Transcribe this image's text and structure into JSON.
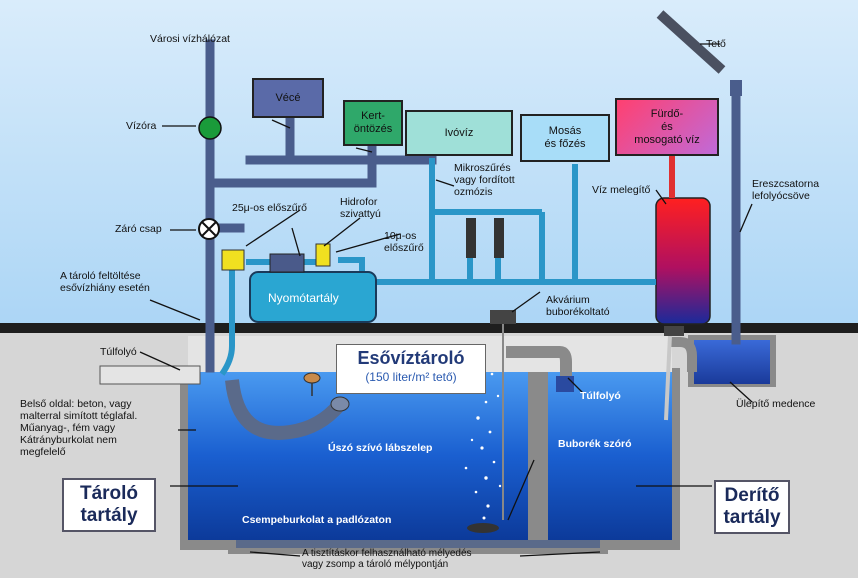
{
  "labels": {
    "city_water": "Városi vízhálózat",
    "water_meter": "Vízóra",
    "shutoff_valve": "Záró csap",
    "refill": "A tároló feltöltése\nesővízhiány esetén",
    "overflow_left": "Túlfolyó",
    "inner_side": "Belső oldal: beton, vagy\nmalterral simított téglafal.\nMűanyag-, fém vagy\nKátrányburkolat nem\nmegfelelő",
    "prefilter_25": "25μ-os előszűrő",
    "hydrofor_pump": "Hidrofor\nszivattyú",
    "prefilter_10": "10μ-os\nelőszűrő",
    "microfilter": "Mikroszűrés\nvagy fordított\nozmózis",
    "aquarium": "Akvárium\nbuborékoltató",
    "heater": "Víz melegítő",
    "downpipe": "Ereszcsatorna\nlefolyócsöve",
    "roof": "Tető",
    "settling_pool": "Ülepítő medence",
    "bottom_note": "A tisztításkor felhasználható mélyedés\nvagy zsomp a tároló mélypontján"
  },
  "boxes": {
    "wc": "Vécé",
    "garden": "Kert-\nöntözés",
    "drinking": "Ivóvíz",
    "washing": "Mosás\nés főzés",
    "bath": "Fürdő-\nés\nmosogató víz",
    "pressure_tank": "Nyomótartály"
  },
  "tank": {
    "title": "Esővíztároló",
    "subtitle": "(150 liter/m² tető)",
    "floating_intake": "Úszó szívó lábszelep",
    "tiling": "Csempeburkolat a padlózaton",
    "overflow_right": "Túlfolyó",
    "bubble_diffuser": "Buborék szóró"
  },
  "big_labels": {
    "storage_tank": "Tároló\ntartály",
    "clarifier_tank": "Derítő\ntartály"
  },
  "colors": {
    "pipe_gray": "#4a5d8c",
    "water_pipe": "#2a96c8",
    "wc_box": "#5a6aa8",
    "green_box": "#2fa86a",
    "ivo_box": "#9fe0d8",
    "wash_box": "#a8ddf8",
    "bath_box": "#f06080",
    "tank_water": "#1a5fd0",
    "valve_green": "#1a9b3a"
  }
}
